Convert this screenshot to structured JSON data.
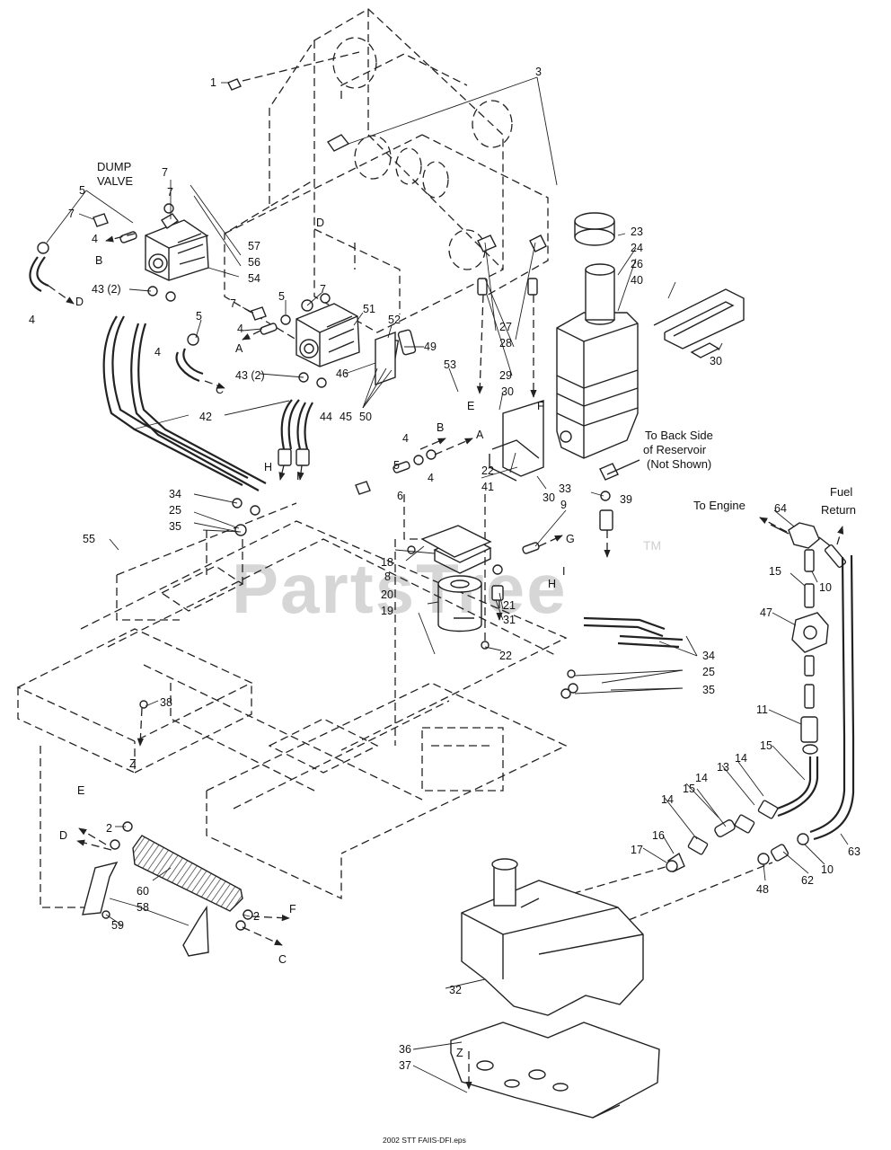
{
  "watermark": {
    "text": "PartsTree",
    "trademark": "TM"
  },
  "footer_caption": "2002 STT FAIIS-DFI.eps",
  "annotations": {
    "dump_valve_line1": "DUMP",
    "dump_valve_line2": "VALVE",
    "to_back_line1": "To Back Side",
    "to_back_line2": "of Reservoir",
    "to_back_line3": "(Not Shown)",
    "to_engine": "To Engine",
    "fuel_return_line1": "Fuel",
    "fuel_return_line2": "Return"
  },
  "callouts": [
    "1",
    "3",
    "7",
    "7",
    "5",
    "7",
    "4",
    "57",
    "56",
    "54",
    "B",
    "43 (2)",
    "D",
    "4",
    "5",
    "7",
    "5",
    "7",
    "4",
    "A",
    "4",
    "C",
    "43 (2)",
    "51",
    "52",
    "49",
    "46",
    "44",
    "45",
    "50",
    "53",
    "27",
    "28",
    "29",
    "E",
    "F",
    "30",
    "23",
    "24",
    "26",
    "40",
    "30",
    "42",
    "H",
    "I",
    "4",
    "B",
    "5",
    "A",
    "6",
    "4",
    "22",
    "41",
    "30",
    "33",
    "9",
    "39",
    "G",
    "34",
    "25",
    "35",
    "55",
    "18",
    "8",
    "20",
    "19",
    "21",
    "31",
    "22",
    "I",
    "H",
    "34",
    "25",
    "35",
    "38",
    "Z",
    "64",
    "10",
    "15",
    "47",
    "11",
    "15",
    "14",
    "13",
    "14",
    "15",
    "14",
    "16",
    "17",
    "48",
    "62",
    "10",
    "63",
    "E",
    "2",
    "D",
    "60",
    "58",
    "59",
    "2",
    "F",
    "C",
    "32",
    "36",
    "Z",
    "37",
    "D"
  ]
}
